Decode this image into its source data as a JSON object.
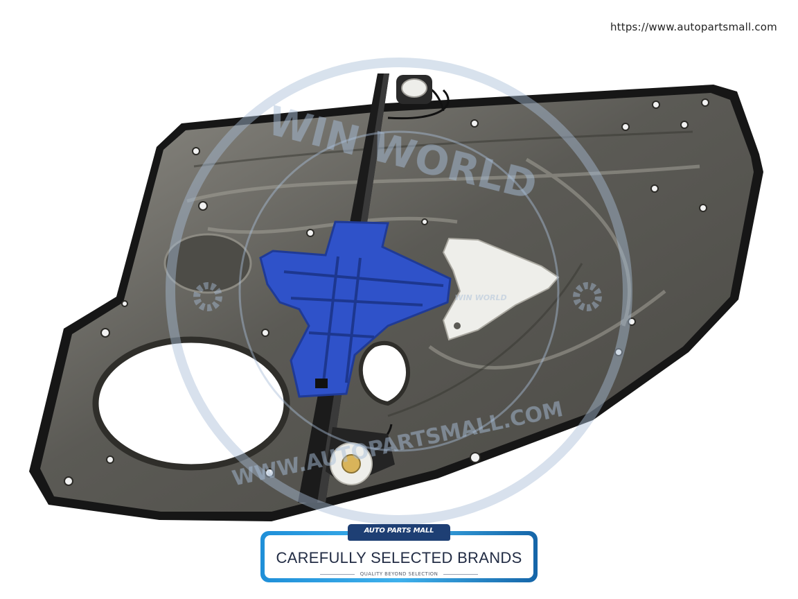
{
  "image": {
    "subject": "rear-door-window-regulator-panel",
    "background": "#ffffff",
    "colors": {
      "panel": "#5b5a55",
      "panel_highlight": "#8f8d86",
      "seal": "#161616",
      "carrier": "#2f52c9",
      "rail": "#1b1b1b",
      "white_part": "#eeeeea",
      "watermark": "#a9bed8"
    }
  },
  "watermark": {
    "brand": "WIN WORLD",
    "site": "WWW.AUTOPARTSMALL.COM",
    "small_brand": "WIN WORLD"
  },
  "url": "https://www.autopartsmall.com",
  "badge": {
    "logo": "AUTO PARTS MALL",
    "title": "CAREFULLY SELECTED BRANDS",
    "subtitle": "QUALITY BEYOND SELECTION"
  }
}
